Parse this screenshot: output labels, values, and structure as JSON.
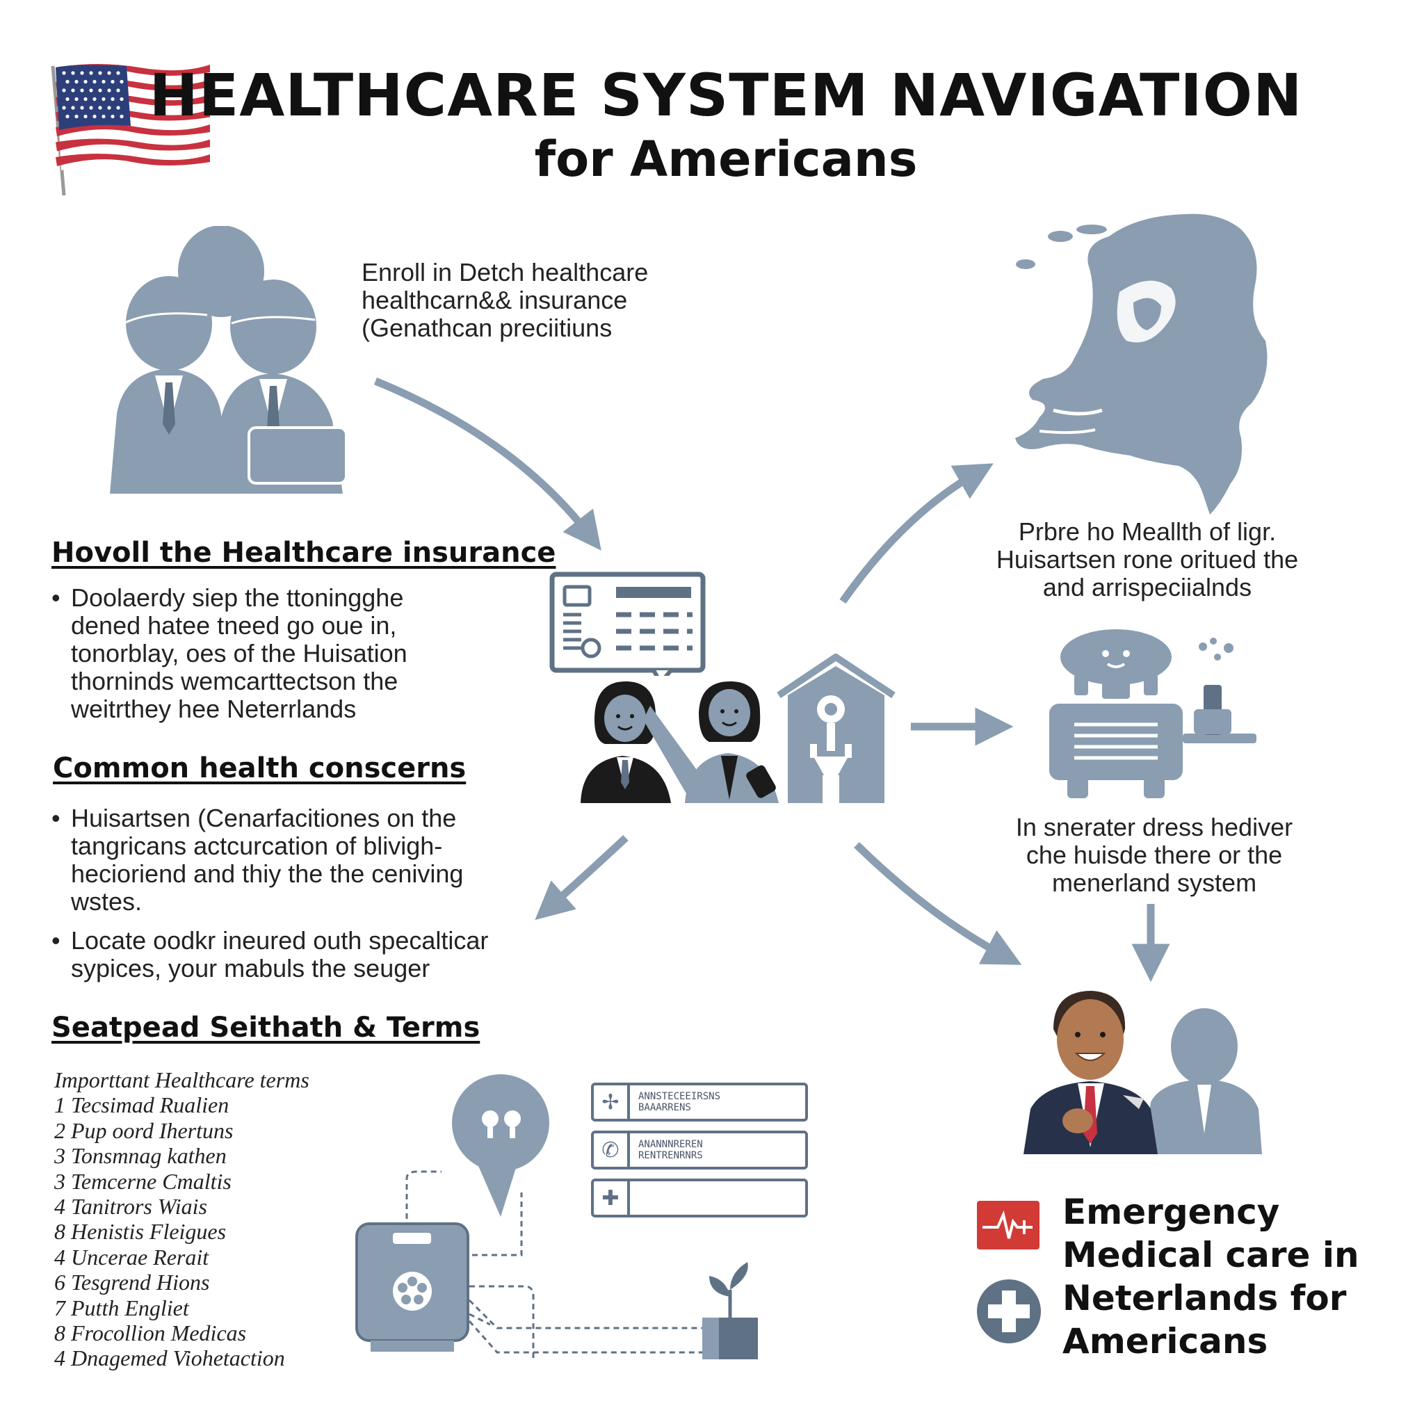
{
  "title": {
    "main": "HEALTHCARE SYSTEM NAVIGATION",
    "sub": "for Americans"
  },
  "colors": {
    "icon": "#8a9db1",
    "icon_dark": "#5f7185",
    "arrow": "#8a9db1",
    "flag_red": "#c8313f",
    "flag_blue": "#2d3f7a",
    "emergency_red": "#d23a35",
    "text": "#111111"
  },
  "enroll_text": {
    "lines": [
      "Enroll in Detch healthcare",
      "healthcarn&& insurance",
      "(Genathcan preciitiuns"
    ]
  },
  "section_insurance": {
    "heading": "Hovoll the Healthcare insurance",
    "bullet": [
      "Doolaerdy siep the ttoningghe",
      "dened hatee tneed go oue in,",
      "tonorblay, oes of the Huisation",
      "thorninds wemcarttectson the",
      "weitrthey hee Neterrlands"
    ]
  },
  "section_concerns": {
    "heading": "Common health conscerns",
    "bullet1": [
      "Huisartsen (Cenarfacitiones on the",
      "tangricans actcurcation of blivigh-",
      "hecioriend and thiy the the ceniving",
      "wstes."
    ],
    "bullet2": [
      "Locate oodkr ineured outh specalticar",
      "sypices, your mabuls the seuger"
    ]
  },
  "section_terms": {
    "heading": "Seatpead Seithath & Terms",
    "intro": "Importtant Healthcare terms",
    "items": [
      "1 Tecsimad Rualien",
      "2 Pup oord Ihertuns",
      "3 Tonsmnag kathen",
      "3 Temcerne Cmaltis",
      "4 Tanitrors Wiais",
      "8 Henistis Fleigues",
      "4 Uncerae Rerait",
      "6 Tesgrend Hions",
      "7 Putth Engliet",
      "8 Frocollion Medicas",
      "4 Dnagemed Viohetaction"
    ]
  },
  "right_top_text": {
    "lines": [
      "Prbre ho Meallth of ligr.",
      "Huisartsen rone oritued the",
      "and arrispeciialnds"
    ]
  },
  "right_mid_text": {
    "lines": [
      "In snerater dress hediver",
      "che huisde there or the",
      "menerland system"
    ]
  },
  "form_fields": [
    {
      "icon": "+",
      "text": "ANNSTECEEIRSNS\nBAAARRENS"
    },
    {
      "icon": "✆",
      "text": "ANANNNREREN\nRENTRENRNRS"
    },
    {
      "icon": "✚",
      "text": ""
    }
  ],
  "emergency": {
    "icon_ecg": "ecg-heart-icon",
    "icon_cross": "medical-cross-icon",
    "lines": [
      "Emergency",
      "Medical care in",
      "Neterlands for",
      "Americans"
    ]
  }
}
